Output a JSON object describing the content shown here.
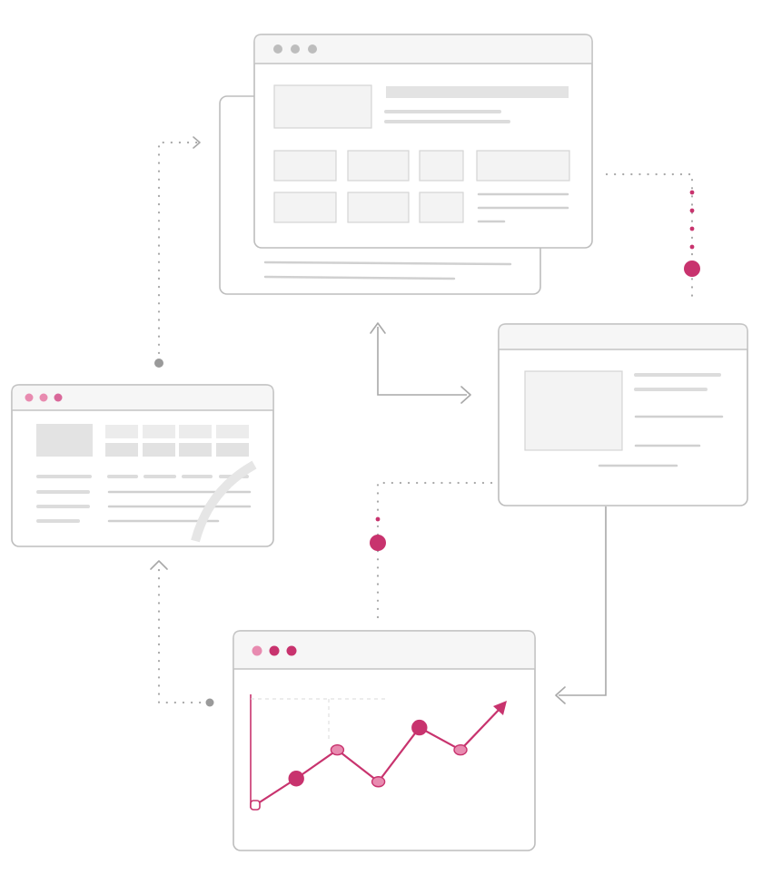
{
  "colors": {
    "accent": "#c8336e",
    "accent_light": "#e88bb0",
    "window_stroke": "#bdbdbd",
    "connector": "#a8a8a8",
    "background": "#ffffff"
  },
  "chart_data": {
    "type": "line",
    "x": [
      0,
      1,
      2,
      3,
      4,
      5
    ],
    "values": [
      0,
      25,
      52,
      22,
      73,
      52
    ],
    "trend_arrow": true,
    "ylim": [
      0,
      100
    ]
  }
}
